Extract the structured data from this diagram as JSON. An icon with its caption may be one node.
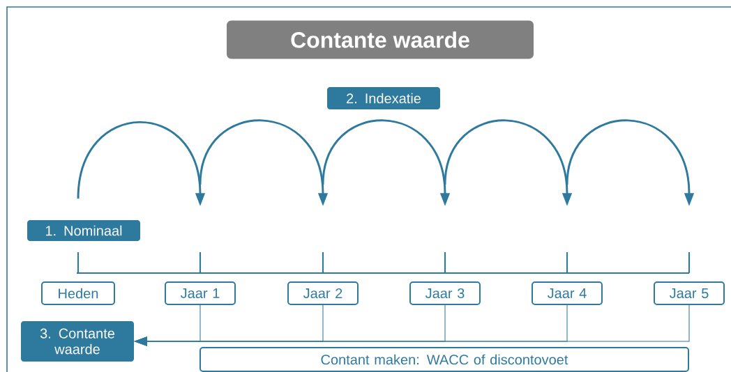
{
  "diagram": {
    "title": "Contante waarde",
    "nodes": [
      {
        "text": [
          "2. Indexatie"
        ]
      },
      {
        "text": [
          "1. Nominaal"
        ]
      },
      {
        "text": [
          "Heden"
        ]
      },
      {
        "text": [
          "Jaar 1"
        ]
      },
      {
        "text": [
          "Jaar 2"
        ]
      },
      {
        "text": [
          "Jaar 3"
        ]
      },
      {
        "text": [
          "Jaar 4"
        ]
      },
      {
        "text": [
          "Jaar 5"
        ]
      },
      {
        "text": [
          "3. Contante waarde"
        ]
      },
      {
        "text": [
          "Contant maken: WACC of discontovoet"
        ]
      }
    ],
    "edges": [
      {
        "from": 3,
        "to": 8,
        "arrow": "to"
      },
      {
        "from": 4,
        "to": 8,
        "arrow": "to"
      },
      {
        "from": 5,
        "to": 8,
        "arrow": "to"
      },
      {
        "from": 6,
        "to": 8,
        "arrow": "to"
      },
      {
        "from": 7,
        "to": 8,
        "arrow": "to"
      }
    ]
  }
}
